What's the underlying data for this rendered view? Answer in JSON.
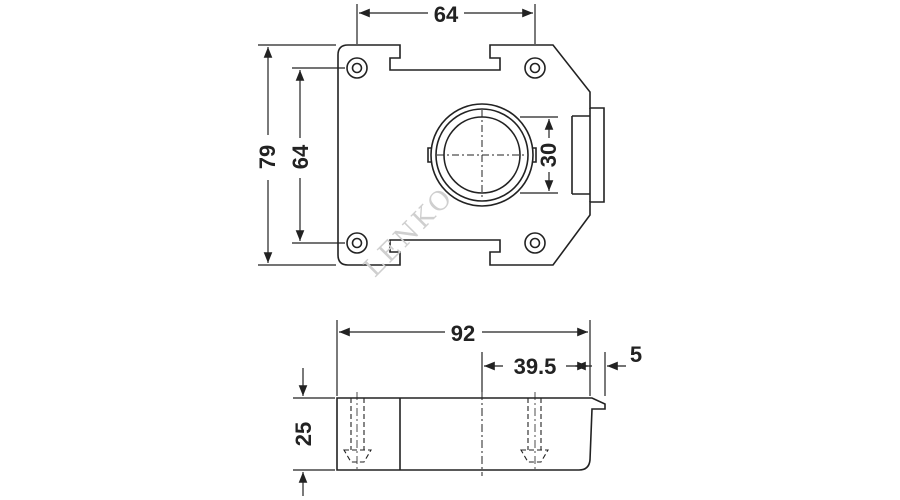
{
  "drawing": {
    "colors": {
      "line": "#222222",
      "watermark": "#cfcfcf",
      "background": "#ffffff"
    },
    "watermark": "LENKO",
    "top_view": {
      "width_label": "64",
      "outer_height_label": "79",
      "inner_height_label": "64",
      "bore_label": "30"
    },
    "side_view": {
      "total_length_label": "92",
      "offset_label": "39.5",
      "lip_label": "5",
      "height_label": "25"
    }
  }
}
